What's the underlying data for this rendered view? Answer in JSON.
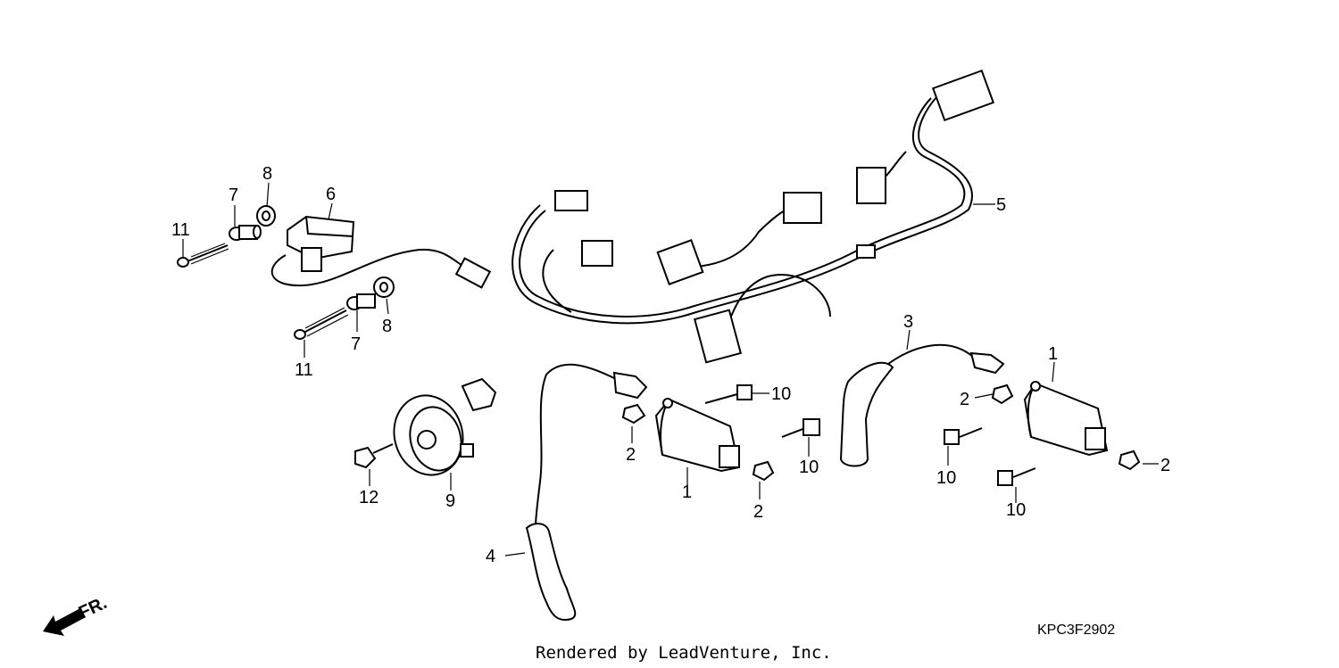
{
  "diagram": {
    "callouts": [
      {
        "id": "c11a",
        "text": "11"
      },
      {
        "id": "c7a",
        "text": "7"
      },
      {
        "id": "c8a",
        "text": "8"
      },
      {
        "id": "c6",
        "text": "6"
      },
      {
        "id": "c8b",
        "text": "8"
      },
      {
        "id": "c7b",
        "text": "7"
      },
      {
        "id": "c11b",
        "text": "11"
      },
      {
        "id": "c5",
        "text": "5"
      },
      {
        "id": "c3",
        "text": "3"
      },
      {
        "id": "c1a",
        "text": "1"
      },
      {
        "id": "c2a",
        "text": "2"
      },
      {
        "id": "c10a",
        "text": "10"
      },
      {
        "id": "c2b",
        "text": "2"
      },
      {
        "id": "c10b",
        "text": "10"
      },
      {
        "id": "c1b",
        "text": "1"
      },
      {
        "id": "c2c",
        "text": "2"
      },
      {
        "id": "c2d",
        "text": "2"
      },
      {
        "id": "c10c",
        "text": "10"
      },
      {
        "id": "c2e",
        "text": "2"
      },
      {
        "id": "c10d",
        "text": "10"
      },
      {
        "id": "c12",
        "text": "12"
      },
      {
        "id": "c9",
        "text": "9"
      },
      {
        "id": "c4",
        "text": "4"
      }
    ],
    "direction_label": "FR.",
    "diagram_code": "KPC3F2902",
    "credit": "Rendered by LeadVenture, Inc."
  }
}
